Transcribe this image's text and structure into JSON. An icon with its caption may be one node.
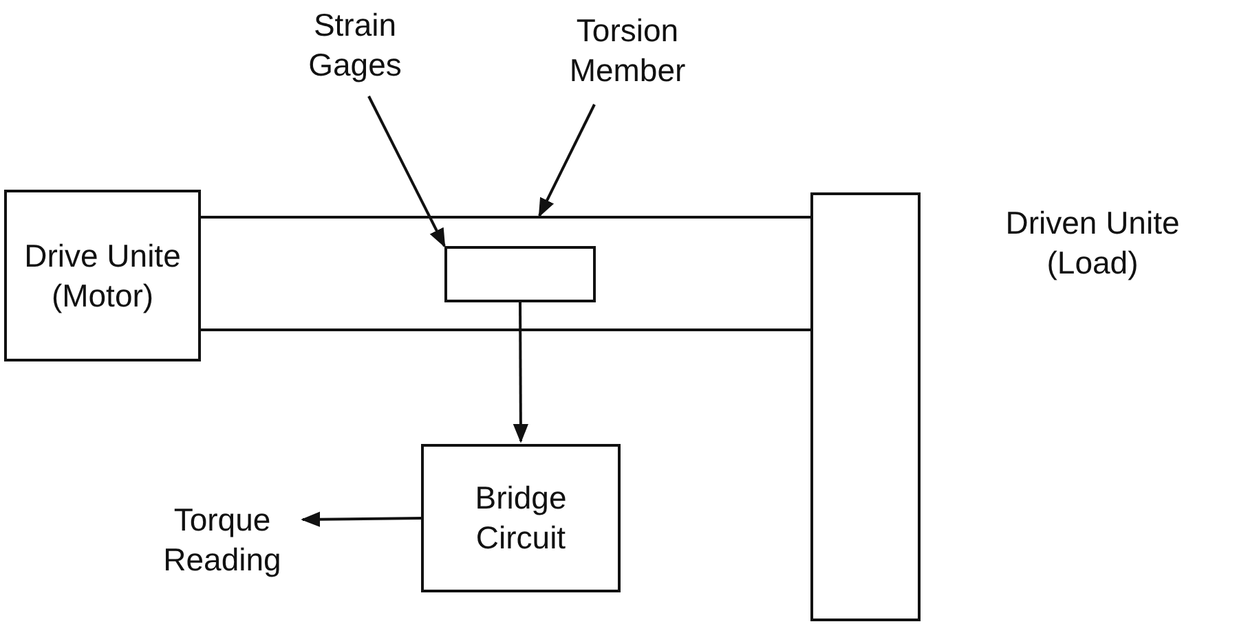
{
  "diagram": {
    "nodes": [
      {
        "text": [
          "Strain Gages"
        ]
      },
      {
        "text": [
          "Torsion Member"
        ]
      },
      {
        "text": [
          "Drive Unite (Motor)"
        ]
      },
      {
        "text": [],
        "shape": "bar"
      },
      {
        "text": [],
        "shape": "box",
        "in": 3
      },
      {
        "text": [
          "Driven Unite (Load)"
        ]
      },
      {
        "text": [
          "Bridge Circuit"
        ]
      },
      {
        "text": [
          "Torque Reading"
        ]
      }
    ],
    "edges": [
      {
        "from": 0,
        "to": 4,
        "arrow": "to"
      },
      {
        "from": 1,
        "to": 3,
        "arrow": "to"
      },
      {
        "from": 4,
        "to": 6,
        "arrow": "to"
      },
      {
        "from": 6,
        "to": 7,
        "arrow": "to"
      }
    ]
  }
}
